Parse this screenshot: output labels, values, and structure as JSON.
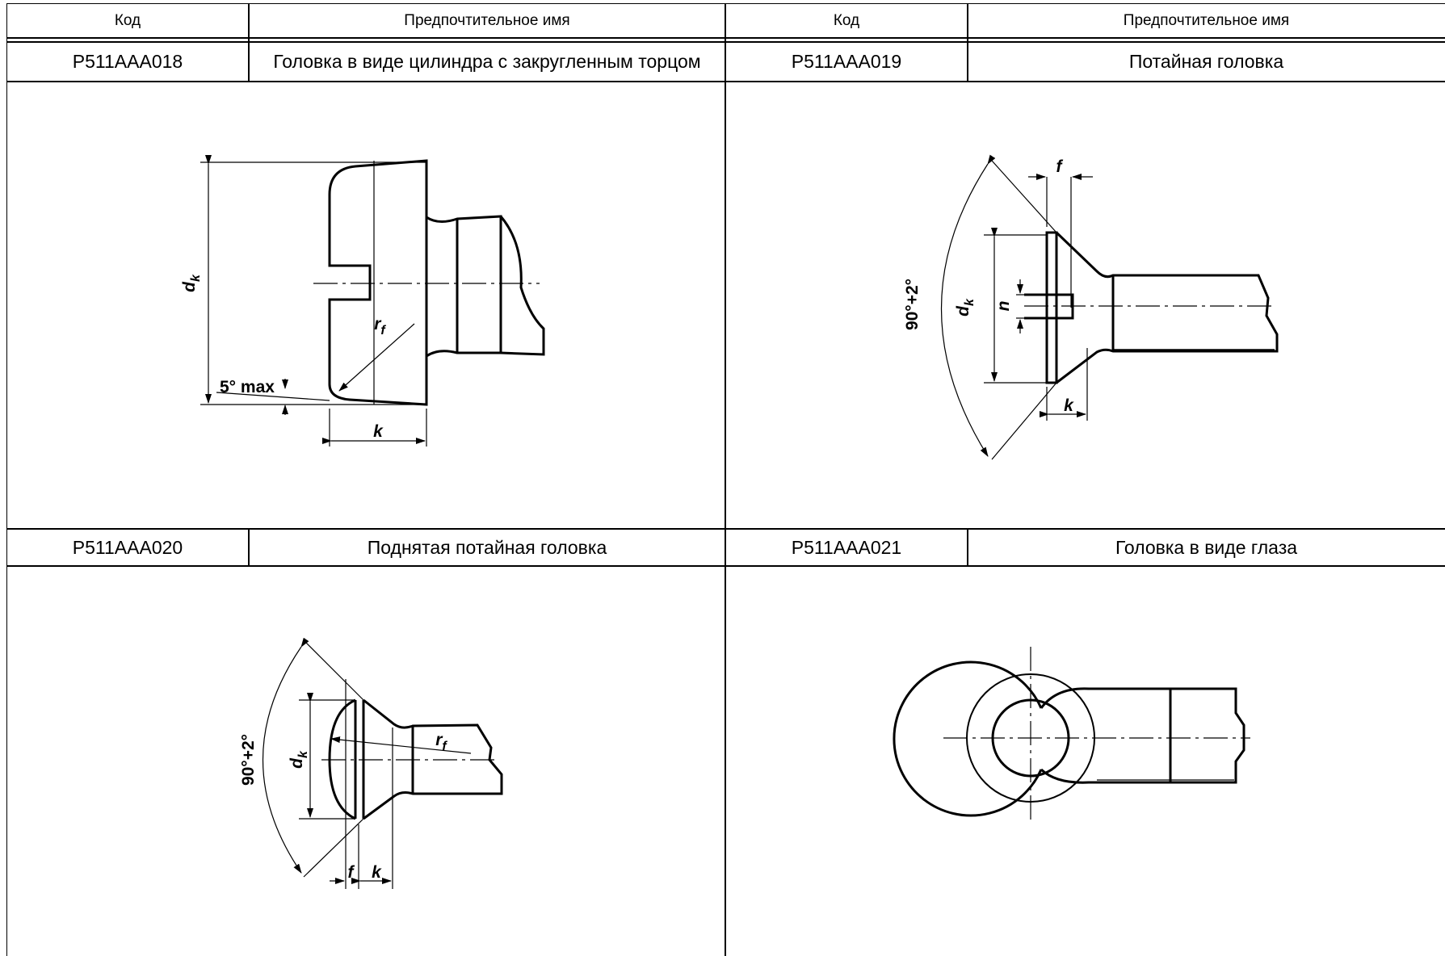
{
  "table": {
    "headers": [
      "Код",
      "Предпочтительное имя",
      "Код",
      "Предпочтительное имя"
    ],
    "entries": [
      {
        "code": "P511AAA018",
        "name": "Головка в виде цилиндра с закругленным торцом",
        "labels": {
          "dk_main": "d",
          "dk_sub": "k",
          "k": "k",
          "rf_main": "r",
          "rf_sub": "f",
          "angle": "5° max"
        }
      },
      {
        "code": "P511AAA019",
        "name": "Потайная головка",
        "labels": {
          "f": "f",
          "dk_main": "d",
          "dk_sub": "k",
          "n": "n",
          "k": "k",
          "angle": "90°+2°"
        }
      },
      {
        "code": "P511AAA020",
        "name": "Поднятая потайная головка",
        "labels": {
          "angle": "90°+2°",
          "dk_main": "d",
          "dk_sub": "k",
          "rf_main": "r",
          "rf_sub": "f",
          "f": "f",
          "k": "k"
        }
      },
      {
        "code": "P511AAA021",
        "name": "Головка в виде глаза",
        "labels": {}
      }
    ]
  }
}
